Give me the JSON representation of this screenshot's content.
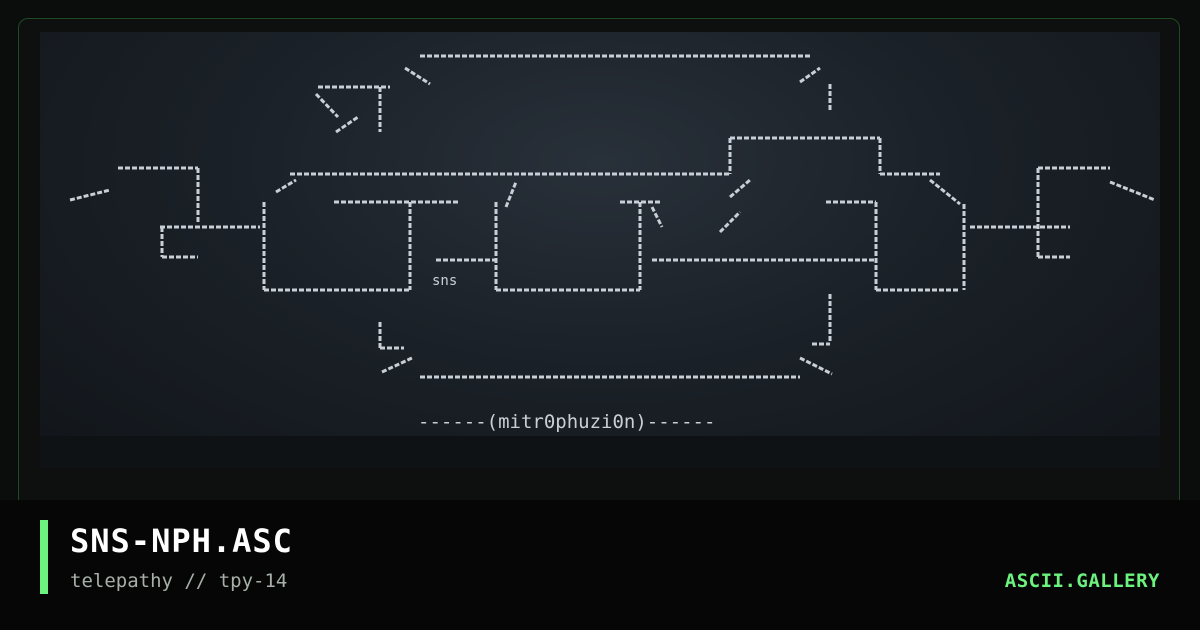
{
  "artwork": {
    "small_label": "sns",
    "signature": "------(mitr0phuzi0n)------"
  },
  "card": {
    "title": "SNS-NPH.ASC",
    "subtitle": "telepathy // tpy-14",
    "brand": "ASCII.GALLERY"
  },
  "colors": {
    "accent": "#6cf27e",
    "ascii": "#c9cfd6",
    "background": "#0b0d0c"
  }
}
